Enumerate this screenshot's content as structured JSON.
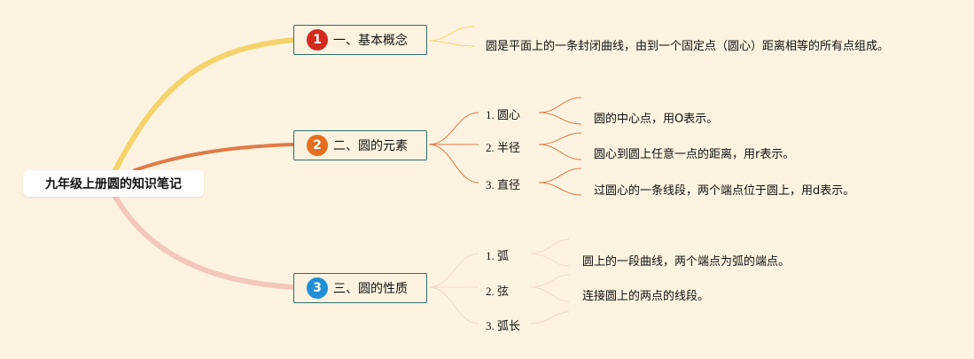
{
  "root": {
    "title": "九年级上册圆的知识笔记"
  },
  "colors": {
    "background": "#fdf3e0",
    "branch1": "#f5d36a",
    "branch2": "#e07a48",
    "branch3": "#f4c7bd",
    "badge1": "#d42a1d",
    "badge2": "#e56f1e",
    "badge3": "#1f8fd6",
    "topic_border": "#2c6e68"
  },
  "topics": [
    {
      "number": "1",
      "label": "一、基本概念",
      "details": [
        "圆是平面上的一条封闭曲线，由到一个固定点（圆心）距离相等的所有点组成。"
      ]
    },
    {
      "number": "2",
      "label": "二、圆的元素",
      "items": [
        {
          "label": "1. 圆心",
          "detail": "圆的中心点，用O表示。"
        },
        {
          "label": "2. 半径",
          "detail": "圆心到圆上任意一点的距离，用r表示。"
        },
        {
          "label": "3. 直径",
          "detail": "过圆心的一条线段，两个端点位于圆上，用d表示。"
        }
      ]
    },
    {
      "number": "3",
      "label": "三、圆的性质",
      "items": [
        {
          "label": "1. 弧",
          "detail": "圆上的一段曲线，两个端点为弧的端点。"
        },
        {
          "label": "2. 弦",
          "detail": "连接圆上的两点的线段。"
        },
        {
          "label": "3. 弧长"
        }
      ]
    }
  ]
}
